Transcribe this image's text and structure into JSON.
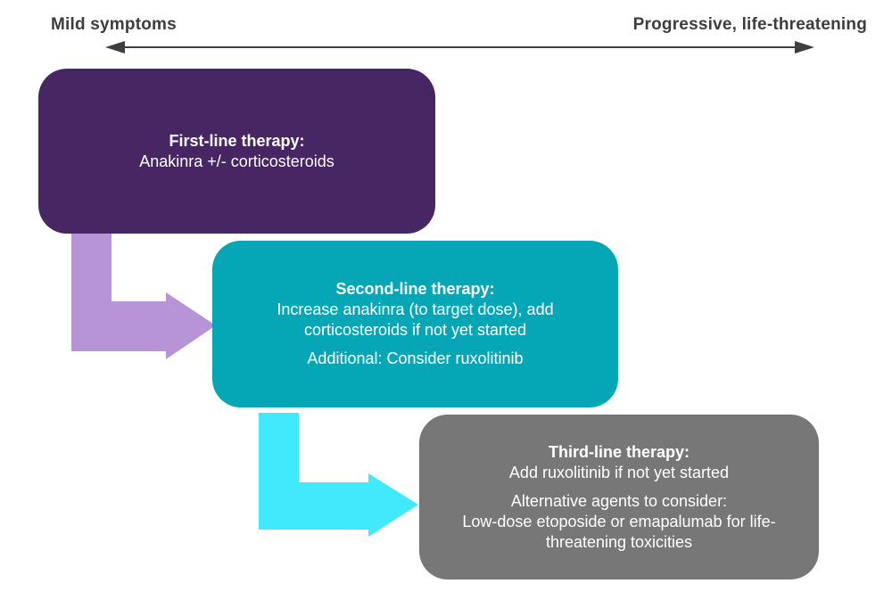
{
  "diagram": {
    "background": "#ffffff",
    "box_text_color": "#ffffff"
  },
  "severity_axis": {
    "left_label": "Mild symptoms",
    "right_label": "Progressive, life-threatening",
    "color": "#3f3f3f",
    "label_color": "#3d3d3d"
  },
  "boxes": [
    {
      "name": "first-line",
      "color": "#482664",
      "title": "First-line therapy:",
      "lines": [
        "Anakinra +/- corticosteroids"
      ]
    },
    {
      "name": "second-line",
      "color": "#05a7b7",
      "title": "Second-line therapy:",
      "lines": [
        "Increase anakinra (to target dose), add",
        "corticosteroids if not yet started",
        "Additional: Consider ruxolitinib"
      ]
    },
    {
      "name": "third-line",
      "color": "#777777",
      "title": "Third-line therapy:",
      "lines": [
        "Add ruxolitinib if not yet started",
        "Alternative agents to consider:",
        "Low-dose etoposide or emapalumab for life-",
        "threatening toxicities"
      ]
    }
  ],
  "arrows": [
    {
      "name": "first-to-second",
      "color": "#b793d8"
    },
    {
      "name": "second-to-third",
      "color": "#40e9fb"
    }
  ]
}
